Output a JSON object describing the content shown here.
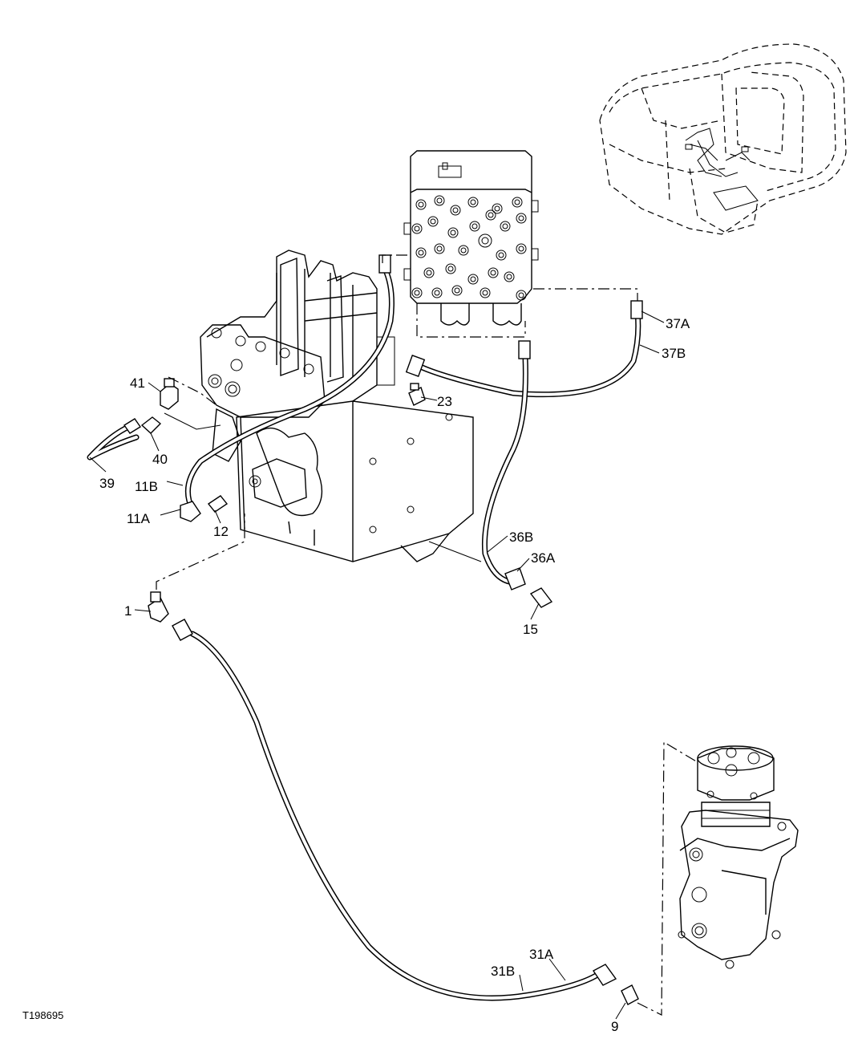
{
  "drawing": {
    "code": "T198695",
    "callouts": {
      "c1": "1",
      "c9": "9",
      "c11A": "11A",
      "c11B": "11B",
      "c12": "12",
      "c15": "15",
      "c23": "23",
      "c31A": "31A",
      "c31B": "31B",
      "c36A": "36A",
      "c36B": "36B",
      "c37A": "37A",
      "c37B": "37B",
      "c39": "39",
      "c40": "40",
      "c41": "41"
    }
  }
}
